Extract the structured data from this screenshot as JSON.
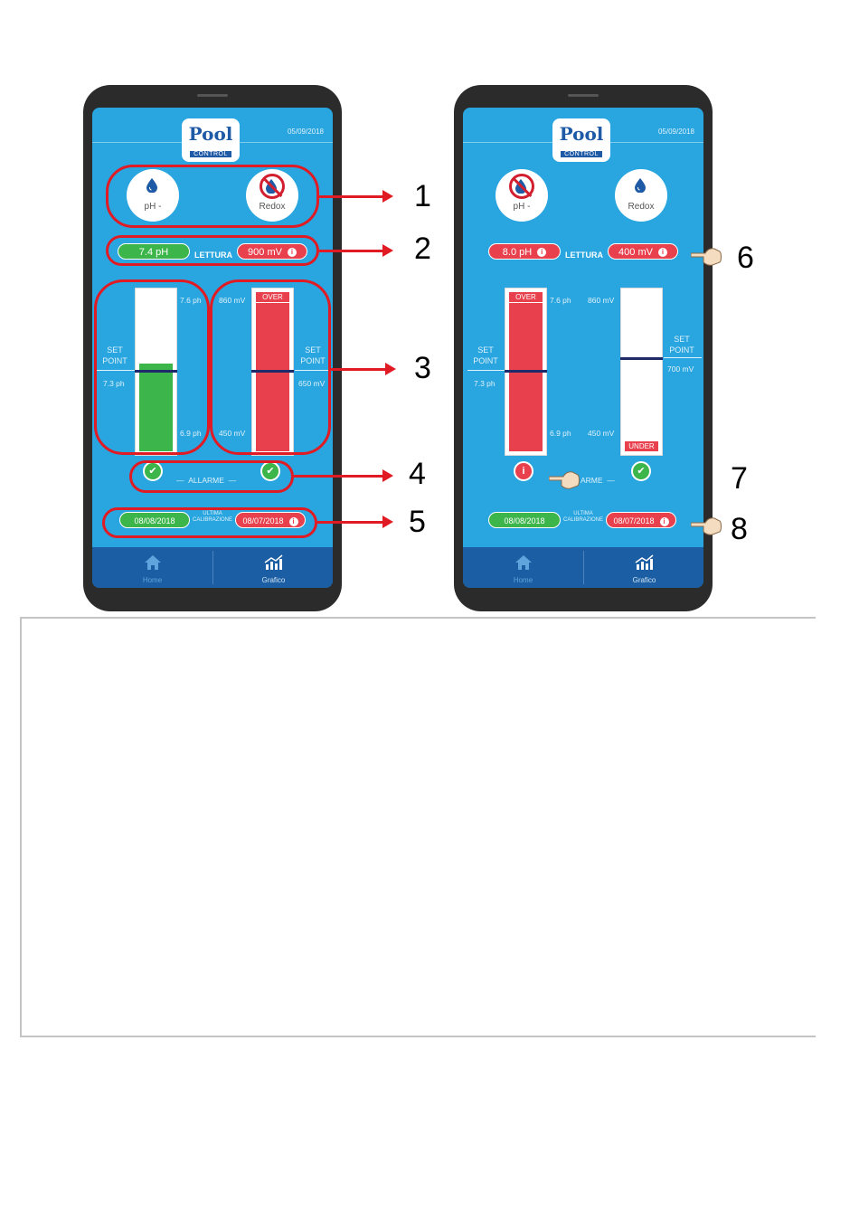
{
  "left": {
    "date": "05/09/2018",
    "logo": {
      "line1": "Pool",
      "line2": "CONTROL"
    },
    "sensors": [
      {
        "label": "pH -",
        "blocked": false
      },
      {
        "label": "Redox",
        "blocked": true
      }
    ],
    "reading": {
      "ph": "7.4 pH",
      "label": "LETTURA",
      "redox": "900 mV",
      "redox_info": "i"
    },
    "ph_gauge": {
      "top": "7.6 ph",
      "bottom": "6.9 ph",
      "setpoint_label": "SET POINT",
      "setpoint_value": "7.3 ph",
      "level": 0.55,
      "status": ""
    },
    "redox_gauge": {
      "top": "860 mV",
      "bottom": "450 mV",
      "setpoint_label": "SET POINT",
      "setpoint_value": "650 mV",
      "level": 1.0,
      "status": "OVER"
    },
    "alarm": {
      "label": "ALLARME",
      "ph_ok": true,
      "redox_ok": true
    },
    "calibration": {
      "ph_date": "08/08/2018",
      "label": "ULTIMA CALIBRAZIONE",
      "redox_date": "08/07/2018"
    },
    "nav": [
      {
        "label": "Home",
        "icon": "home-icon"
      },
      {
        "label": "Grafico",
        "icon": "chart-icon"
      }
    ]
  },
  "right": {
    "date": "05/09/2018",
    "logo": {
      "line1": "Pool",
      "line2": "CONTROL"
    },
    "sensors": [
      {
        "label": "pH -",
        "blocked": true
      },
      {
        "label": "Redox",
        "blocked": false
      }
    ],
    "reading": {
      "ph": "8.0 pH",
      "label": "LETTURA",
      "redox": "400 mV",
      "info": "i"
    },
    "ph_gauge": {
      "top": "7.6 ph",
      "bottom": "6.9 ph",
      "setpoint_label": "SET POINT",
      "setpoint_value": "7.3 ph",
      "level": 1.0,
      "status": "OVER"
    },
    "redox_gauge": {
      "top": "860 mV",
      "bottom": "450 mV",
      "setpoint_label": "SET POINT",
      "setpoint_value": "700 mV",
      "level": 0,
      "status": "UNDER"
    },
    "alarm": {
      "label": "ARME",
      "ph_ok": false,
      "redox_ok": true
    },
    "calibration": {
      "ph_date": "08/08/2018",
      "label": "ULTIMA CALIBRAZIONE",
      "redox_date": "08/07/2018"
    },
    "nav": [
      {
        "label": "Home",
        "icon": "home-icon"
      },
      {
        "label": "Grafico",
        "icon": "chart-icon"
      }
    ]
  },
  "annotations": [
    "1",
    "2",
    "3",
    "4",
    "5",
    "6",
    "7",
    "8"
  ],
  "colors": {
    "screen": "#29a5df",
    "ok": "#3cb54a",
    "alarm": "#e8404d",
    "annotation": "#e01b24",
    "nav": "#1c5ea3"
  }
}
